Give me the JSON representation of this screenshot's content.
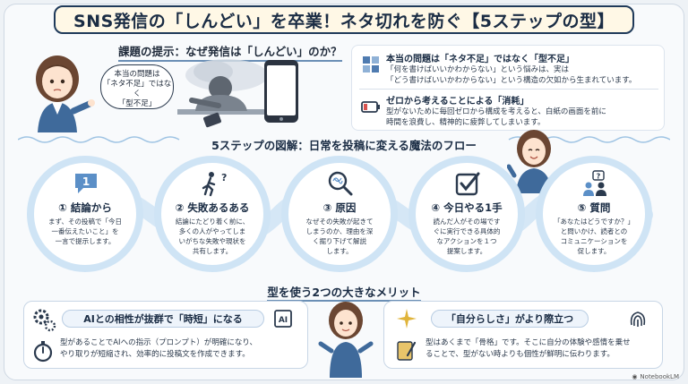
{
  "title": "SNS発信の「しんどい」を卒業！ネタ切れを防ぐ【5ステップの型】",
  "problem": {
    "heading": "課題の提示：なぜ発信は「しんどい」のか？",
    "bubble_lines": [
      "本当の問題は",
      "「ネタ不足」ではなく",
      "「型不足」"
    ],
    "items": [
      {
        "title": "本当の問題は「ネタ不足」ではなく「型不足」",
        "text_lines": [
          "「何を書けばいいかわからない」という悩みは、実は",
          "「どう書けばいいかわからない」という構造の欠如から生まれています。"
        ],
        "icon": "puzzle-icon"
      },
      {
        "title": "ゼロから考えることによる「消耗」",
        "text_lines": [
          "型がないために毎回ゼロから構成を考えると、白紙の画面を前に",
          "時間を浪費し、精神的に疲弊してしまいます。"
        ],
        "icon": "battery-low-icon"
      }
    ]
  },
  "flow": {
    "heading": "5ステップの図解：日常を投稿に変える魔法のフロー",
    "steps": [
      {
        "title": "① 結論から",
        "body_lines": [
          "まず、その投稿で「今日",
          "一番伝えたいこと」を",
          "一言で提示します。"
        ],
        "icon": "speech-number-icon",
        "icon_text": "1"
      },
      {
        "title": "② 失敗あるある",
        "body_lines": [
          "結論にたどり着く前に、",
          "多くの人がやってしま",
          "いがちな失敗や現状を",
          "共有します。"
        ],
        "icon": "running-person-question-icon"
      },
      {
        "title": "③ 原因",
        "body_lines": [
          "なぜその失敗が起きて",
          "しまうのか、理由を深",
          "く掘り下げて解説",
          "します。"
        ],
        "icon": "magnifier-tangle-icon"
      },
      {
        "title": "④ 今日やる1手",
        "body_lines": [
          "読んだ人がその場です",
          "ぐに実行できる具体的",
          "なアクションを１つ",
          "提案します。"
        ],
        "icon": "checkbox-icon"
      },
      {
        "title": "⑤ 質問",
        "body_lines": [
          "「あなたはどうですか？」",
          "と問いかけ、読者との",
          "コミュニケーションを",
          "促します。"
        ],
        "icon": "people-question-icon"
      }
    ]
  },
  "merits": {
    "heading": "型を使う2つの大きなメリット",
    "cards": [
      {
        "title": "AIとの相性が抜群で「時短」になる",
        "chip": "AI",
        "body_lines": [
          "型があることでAIへの指示（プロンプト）が明確になり、",
          "やり取りが短縮され、効率的に投稿文を作成できます。"
        ],
        "icons": [
          "gears-icon",
          "stopwatch-icon",
          "ai-chip-icon"
        ]
      },
      {
        "title": "「自分らしさ」がより際立つ",
        "body_lines": [
          "型はあくまで「骨格」です。そこに自分の体験や感情を乗せ",
          "ることで、型がない時よりも個性が鮮明に伝わります。"
        ],
        "icons": [
          "sparkle-icon",
          "notebook-pen-icon",
          "fingerprint-icon"
        ]
      }
    ]
  },
  "footer": {
    "brand": "NotebookLM"
  },
  "colors": {
    "accent": "#6b8fb5",
    "ring": "#cfe4f5",
    "title_bg": "#fff8e6",
    "navy": "#1a2c44"
  }
}
